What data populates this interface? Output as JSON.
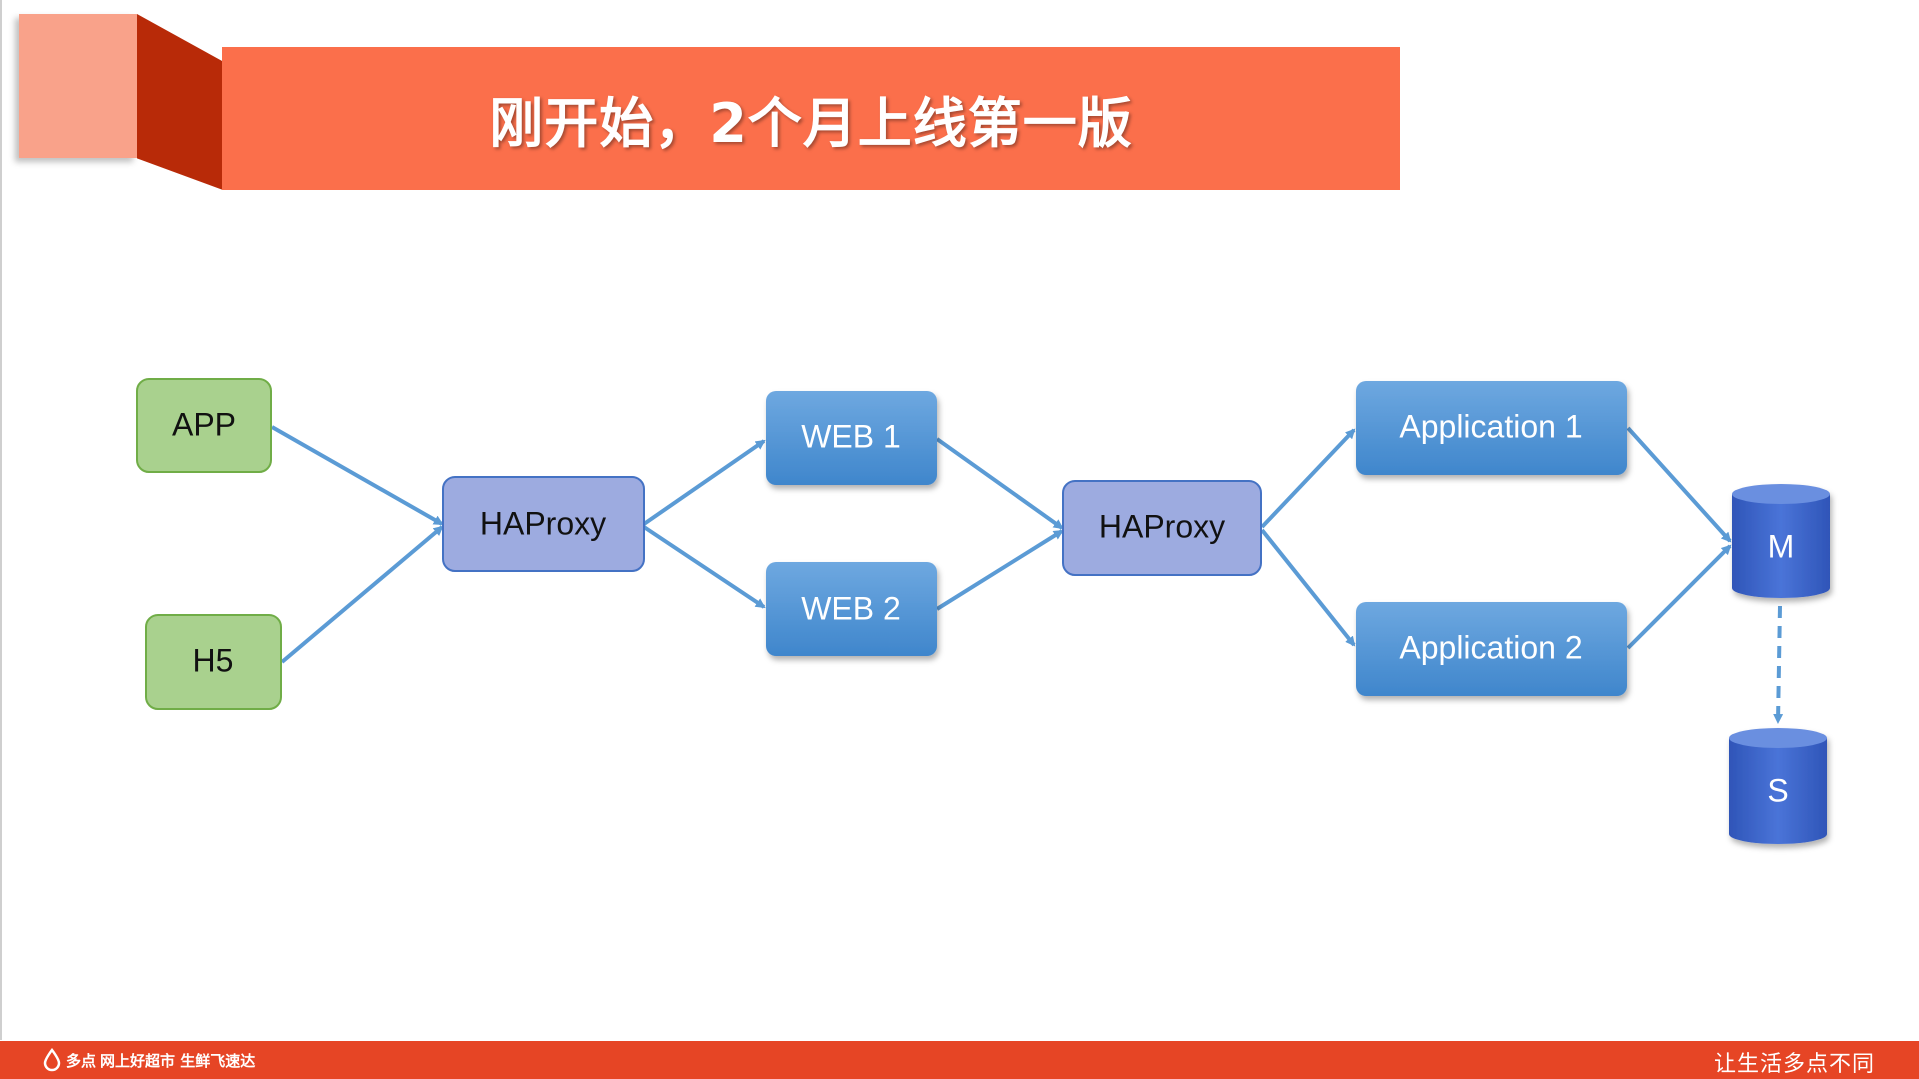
{
  "title": "刚开始，2个月上线第一版",
  "diagram": {
    "nodes": {
      "app": "APP",
      "h5": "H5",
      "haproxy1": "HAProxy",
      "web1": "WEB 1",
      "web2": "WEB 2",
      "haproxy2": "HAProxy",
      "application1": "Application 1",
      "application2": "Application 2",
      "db_master": "M",
      "db_slave": "S"
    },
    "colors": {
      "client_fill": "#a9d18e",
      "client_border": "#70ad47",
      "proxy_fill": "#9dabe0",
      "proxy_border": "#4472c4",
      "server_fill": "#5b9bd5",
      "db_fill": "#3b63c8",
      "arrow": "#5b9bd5"
    }
  },
  "footer": {
    "brand": "多点",
    "tagline": "网上好超市 生鲜飞速达",
    "slogan": "让生活多点不同",
    "bar_color": "#e64525"
  }
}
